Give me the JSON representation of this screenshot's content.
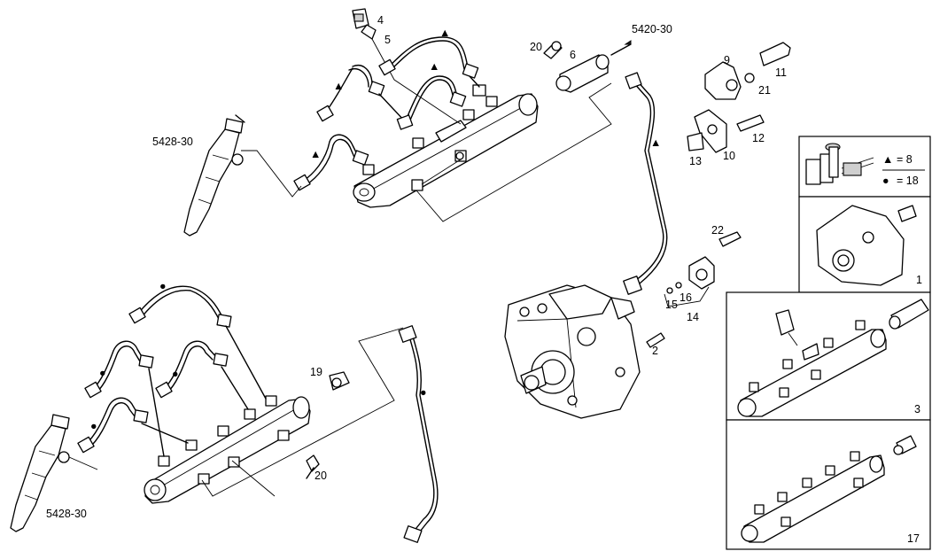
{
  "callouts": {
    "c4": "4",
    "c5": "5",
    "c20a": "20",
    "c6": "6",
    "c5420": "5420-30",
    "c9": "9",
    "c11": "11",
    "c21": "21",
    "c12": "12",
    "c13": "13",
    "c10": "10",
    "c5428a": "5428-30",
    "c22": "22",
    "c15": "15",
    "c16": "16",
    "c14": "14",
    "c2": "2",
    "c19": "19",
    "c20b": "20",
    "c5428b": "5428-30"
  },
  "legend": {
    "triangle_symbol": "▲",
    "triangle_eq": "= 8",
    "dot_symbol": "●",
    "dot_eq": "= 18"
  },
  "panels": {
    "p1": "1",
    "p3": "3",
    "p17": "17"
  },
  "markers": {
    "triangle": "▲",
    "dot": "●"
  }
}
